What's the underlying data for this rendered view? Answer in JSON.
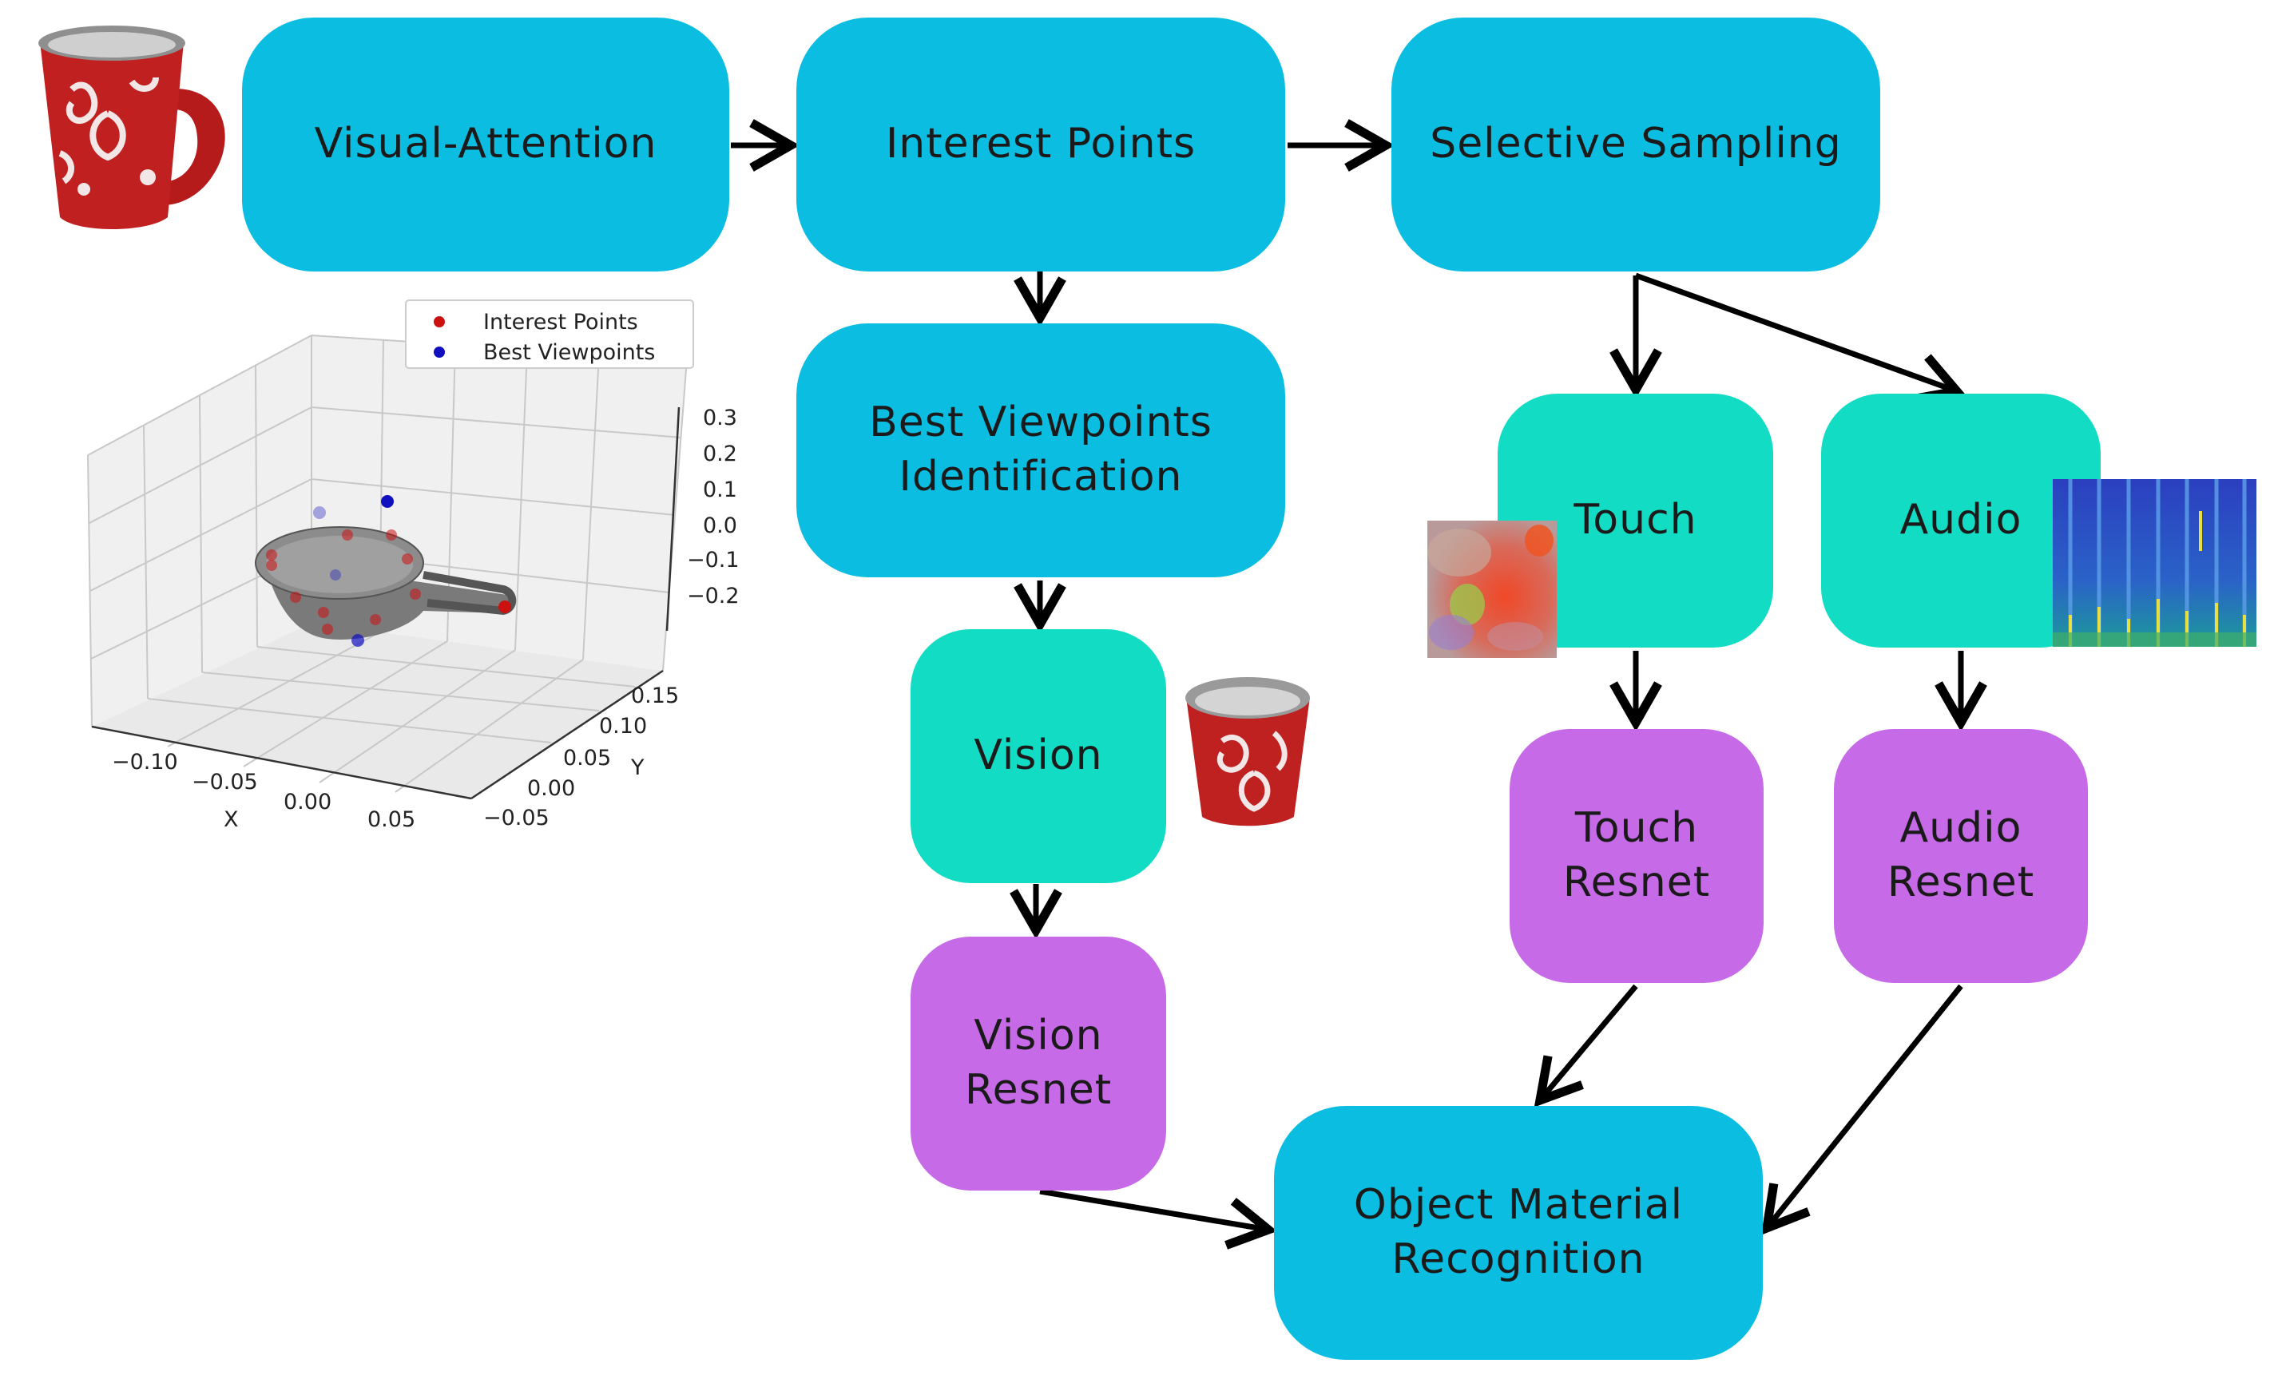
{
  "nodes": {
    "visual_attention": "Visual-Attention",
    "interest_points": "Interest Points",
    "selective_sampling": "Selective Sampling",
    "best_viewpoints": "Best Viewpoints\nIdentification",
    "vision": "Vision",
    "vision_resnet": "Vision\nResnet",
    "touch": "Touch",
    "touch_resnet": "Touch\nResnet",
    "audio": "Audio",
    "audio_resnet": "Audio\nResnet",
    "object_material": "Object Material\nRecognition"
  },
  "colors": {
    "process": "#0bbde0",
    "modality": "#12dcc3",
    "network": "#c76ae8",
    "interest_point": "#cc1111",
    "best_viewpoint": "#1010c0"
  },
  "plot": {
    "legend": [
      "Interest Points",
      "Best Viewpoints"
    ],
    "z_ticks": [
      "0.3",
      "0.2",
      "0.1",
      "0.0",
      "−0.1",
      "−0.2"
    ],
    "x_ticks": [
      "−0.10",
      "−0.05",
      "0.00",
      "0.05"
    ],
    "y_ticks": [
      "0.15",
      "0.10",
      "0.05",
      "0.00",
      "−0.05"
    ],
    "x_label": "X",
    "y_label": "Y"
  },
  "icons": {
    "mug": "mug-image",
    "cup": "cup-image",
    "tactile": "tactile-image",
    "spectrogram": "spectrogram-image"
  }
}
